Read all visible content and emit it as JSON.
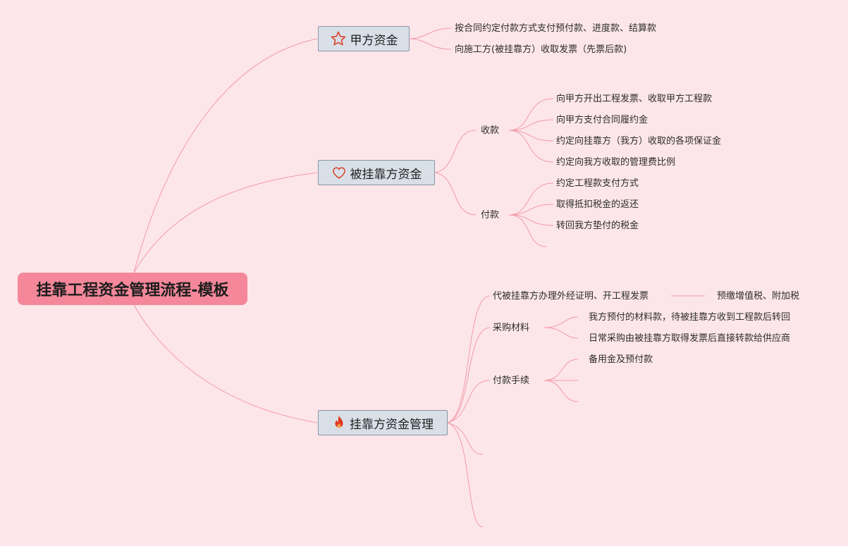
{
  "root": "挂靠工程资金管理流程-模板",
  "branches": {
    "a": {
      "title": "甲方资金",
      "icon": "star-icon",
      "items": [
        "按合同约定付款方式支付预付款、进度款、结算款",
        "向施工方(被挂靠方）收取发票（先票后款)"
      ]
    },
    "b": {
      "title": "被挂靠方资金",
      "icon": "heart-icon",
      "receive": {
        "label": "收款",
        "items": [
          "向甲方开出工程发票、收取甲方工程款",
          "向甲方支付合同履约金",
          "约定向挂靠方（我方）收取的各项保证金",
          "约定向我方收取的管理费比例"
        ]
      },
      "pay": {
        "label": "付款",
        "items": [
          "约定工程款支付方式",
          "取得抵扣税金的返还",
          "转回我方垫付的税金"
        ]
      }
    },
    "c": {
      "title": "挂靠方资金管理",
      "icon": "fire-icon",
      "invoice": {
        "label": "代被挂靠方办理外经证明、开工程发票",
        "child": "预缴增值税、附加税"
      },
      "purchase": {
        "label": "采购材料",
        "items": [
          "我方预付的材料款，待被挂靠方收到工程款后转回",
          "日常采购由被挂靠方取得发票后直接转款给供应商"
        ]
      },
      "payment": {
        "label": "付款手续",
        "items": [
          "备用金及预付款"
        ]
      }
    }
  },
  "colors": {
    "background": "#fde6ea",
    "root": "#f4889a",
    "line": "#f19aa8",
    "card": "#d8dfe7",
    "icon": "#d9452c"
  }
}
